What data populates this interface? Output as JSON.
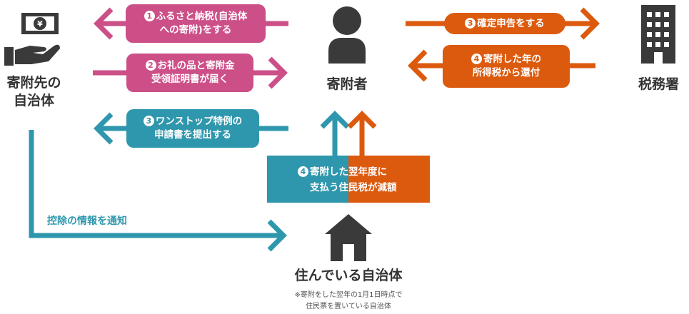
{
  "colors": {
    "pink": "#cc4f88",
    "teal": "#2f97ad",
    "orange": "#dc5a0e",
    "icon": "#3a3a3a"
  },
  "nodes": {
    "municipality": {
      "line1": "寄附先の",
      "line2": "自治体",
      "icon": "money-in-hand-icon"
    },
    "donor": {
      "label": "寄附者",
      "icon": "person-icon"
    },
    "tax_office": {
      "label": "税務署",
      "icon": "building-icon"
    },
    "home_municipality": {
      "label": "住んでいる自治体",
      "icon": "house-icon",
      "note_line1": "※寄附をした翌年の1月1日時点で",
      "note_line2": "住民票を置いている自治体"
    }
  },
  "steps": {
    "step1": {
      "number": "1",
      "line1": "ふるさと納税(自治体",
      "line2": "への寄附)をする"
    },
    "step2": {
      "number": "2",
      "line1": "お礼の品と寄附金",
      "line2": "受領証明書が届く"
    },
    "step3a": {
      "number": "3",
      "line1": "ワンストップ特例の",
      "line2": "申請書を提出する"
    },
    "step3b": {
      "number": "3",
      "line1": "確定申告をする"
    },
    "step4a": {
      "number": "4",
      "line1": "寄附した年の",
      "line2": "所得税から還付"
    },
    "step4b": {
      "number": "4",
      "line1_a": "寄附した",
      "line1_b": "翌年度に",
      "line2_a": "支払う住",
      "line2_b": "民税が減額"
    },
    "notify": {
      "label": "控除の情報を通知"
    }
  }
}
